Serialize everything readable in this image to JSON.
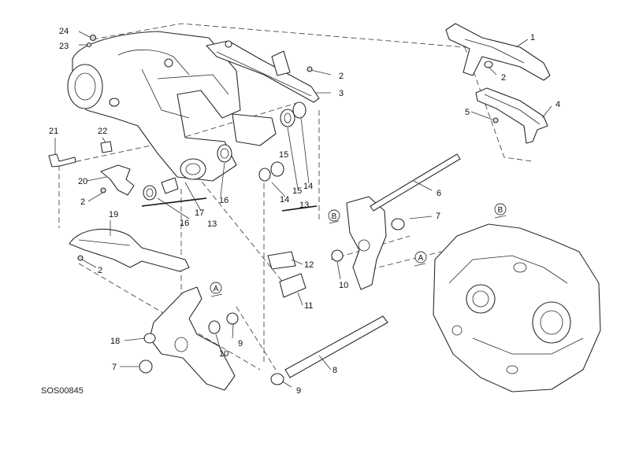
{
  "diagram": {
    "code": "SOS00845",
    "refs": [
      "A",
      "B"
    ],
    "callouts": [
      "1",
      "2",
      "2",
      "2",
      "2",
      "3",
      "4",
      "5",
      "6",
      "7",
      "7",
      "8",
      "9",
      "9",
      "10",
      "10",
      "11",
      "12",
      "13",
      "13",
      "14",
      "14",
      "15",
      "15",
      "16",
      "16",
      "17",
      "18",
      "19",
      "20",
      "21",
      "22",
      "23",
      "24"
    ]
  }
}
